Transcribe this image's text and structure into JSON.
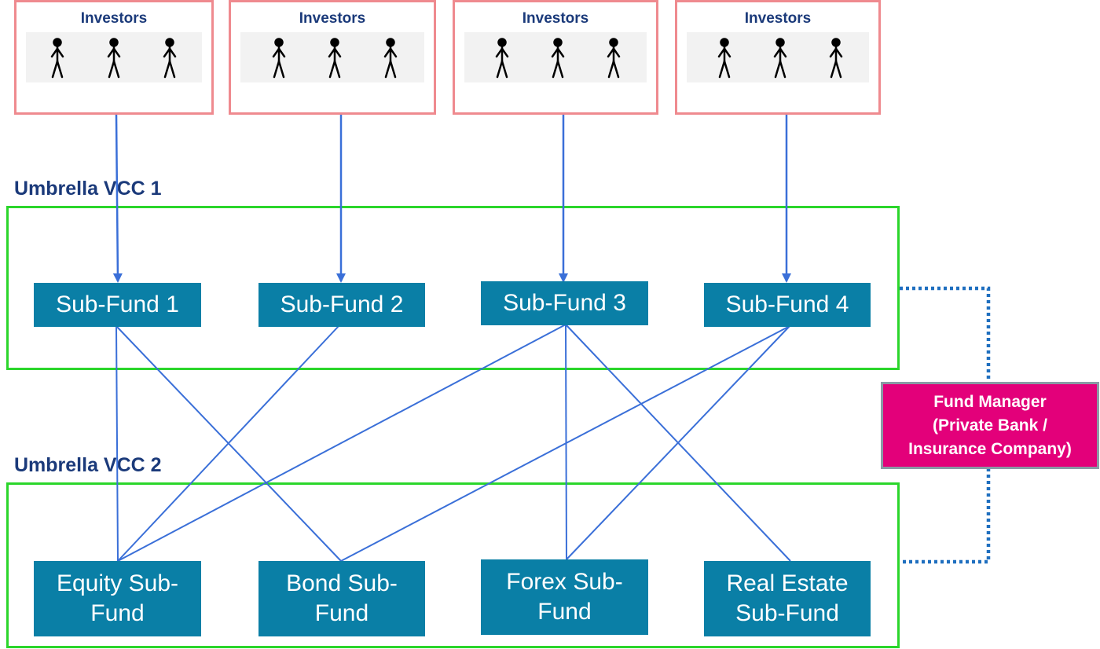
{
  "investor_groups": [
    {
      "title": "Investors"
    },
    {
      "title": "Investors"
    },
    {
      "title": "Investors"
    },
    {
      "title": "Investors"
    }
  ],
  "umbrella1": {
    "label": "Umbrella VCC 1"
  },
  "umbrella2": {
    "label": "Umbrella VCC 2"
  },
  "sub_funds_vcc1": [
    {
      "label": "Sub-Fund 1"
    },
    {
      "label": "Sub-Fund 2"
    },
    {
      "label": "Sub-Fund 3"
    },
    {
      "label": "Sub-Fund 4"
    }
  ],
  "sub_funds_vcc2": [
    {
      "line1": "Equity Sub-",
      "line2": "Fund"
    },
    {
      "line1": "Bond Sub-",
      "line2": "Fund"
    },
    {
      "line1": "Forex Sub-",
      "line2": "Fund"
    },
    {
      "line1": "Real Estate",
      "line2": "Sub-Fund"
    }
  ],
  "fund_manager": {
    "line1": "Fund Manager",
    "line2": "(Private Bank /",
    "line3": "Insurance Company)"
  },
  "colors": {
    "investor_border": "#ef8a8f",
    "umbrella_border": "#2bd62b",
    "fund_fill": "#0a7fa6",
    "manager_fill": "#e3007a",
    "connector": "#3a6fd8",
    "dotted_connector": "#1f6fbf",
    "label_text": "#1b3a7a"
  }
}
